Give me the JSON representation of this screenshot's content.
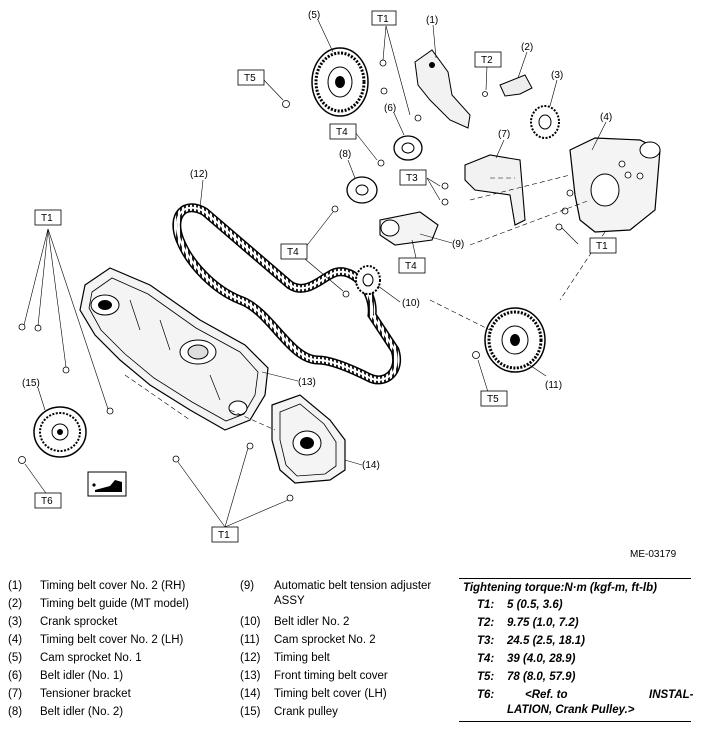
{
  "drawing_id": "ME-03179",
  "callouts": {
    "c1": "(1)",
    "c2": "(2)",
    "c3": "(3)",
    "c4": "(4)",
    "c5": "(5)",
    "c6": "(6)",
    "c7": "(7)",
    "c8": "(8)",
    "c9": "(9)",
    "c10": "(10)",
    "c11": "(11)",
    "c12": "(12)",
    "c13": "(13)",
    "c14": "(14)",
    "c15": "(15)"
  },
  "torque_tags": {
    "t1_top": "T1",
    "t1_left": "T1",
    "t1_right": "T1",
    "t1_bottom": "T1",
    "t2": "T2",
    "t3": "T3",
    "t4_a": "T4",
    "t4_b": "T4",
    "t4_c": "T4",
    "t5_a": "T5",
    "t5_b": "T5",
    "t6": "T6"
  },
  "legend": {
    "col1": [
      {
        "num": "(1)",
        "text": "Timing belt cover No. 2 (RH)"
      },
      {
        "num": "(2)",
        "text": "Timing belt guide (MT model)"
      },
      {
        "num": "(3)",
        "text": "Crank sprocket"
      },
      {
        "num": "(4)",
        "text": "Timing belt cover No. 2 (LH)"
      },
      {
        "num": "(5)",
        "text": "Cam sprocket No. 1"
      },
      {
        "num": "(6)",
        "text": "Belt idler (No. 1)"
      },
      {
        "num": "(7)",
        "text": "Tensioner bracket"
      },
      {
        "num": "(8)",
        "text": "Belt idler (No. 2)"
      }
    ],
    "col2": [
      {
        "num": "(9)",
        "text": "Automatic belt tension adjuster",
        "text2": "ASSY"
      },
      {
        "num": "(10)",
        "text": "Belt idler No. 2"
      },
      {
        "num": "(11)",
        "text": "Cam sprocket No. 2"
      },
      {
        "num": "(12)",
        "text": "Timing belt"
      },
      {
        "num": "(13)",
        "text": "Front timing belt cover"
      },
      {
        "num": "(14)",
        "text": "Timing belt cover (LH)"
      },
      {
        "num": "(15)",
        "text": "Crank pulley"
      }
    ]
  },
  "torque": {
    "title": "Tightening torque:N·m (kgf-m, ft-lb)",
    "rows": [
      {
        "key": "T1:",
        "value": "5 (0.5, 3.6)"
      },
      {
        "key": "T2:",
        "value": "9.75 (1.0, 7.2)"
      },
      {
        "key": "T3:",
        "value": "24.5 (2.5, 18.1)"
      },
      {
        "key": "T4:",
        "value": "39 (4.0, 28.9)"
      },
      {
        "key": "T5:",
        "value": "78 (8.0, 57.9)"
      }
    ],
    "t6": {
      "key": "T6:",
      "part_a": "<Ref. to",
      "part_b": "INSTAL-",
      "line2": "LATION, Crank Pulley.>"
    }
  }
}
